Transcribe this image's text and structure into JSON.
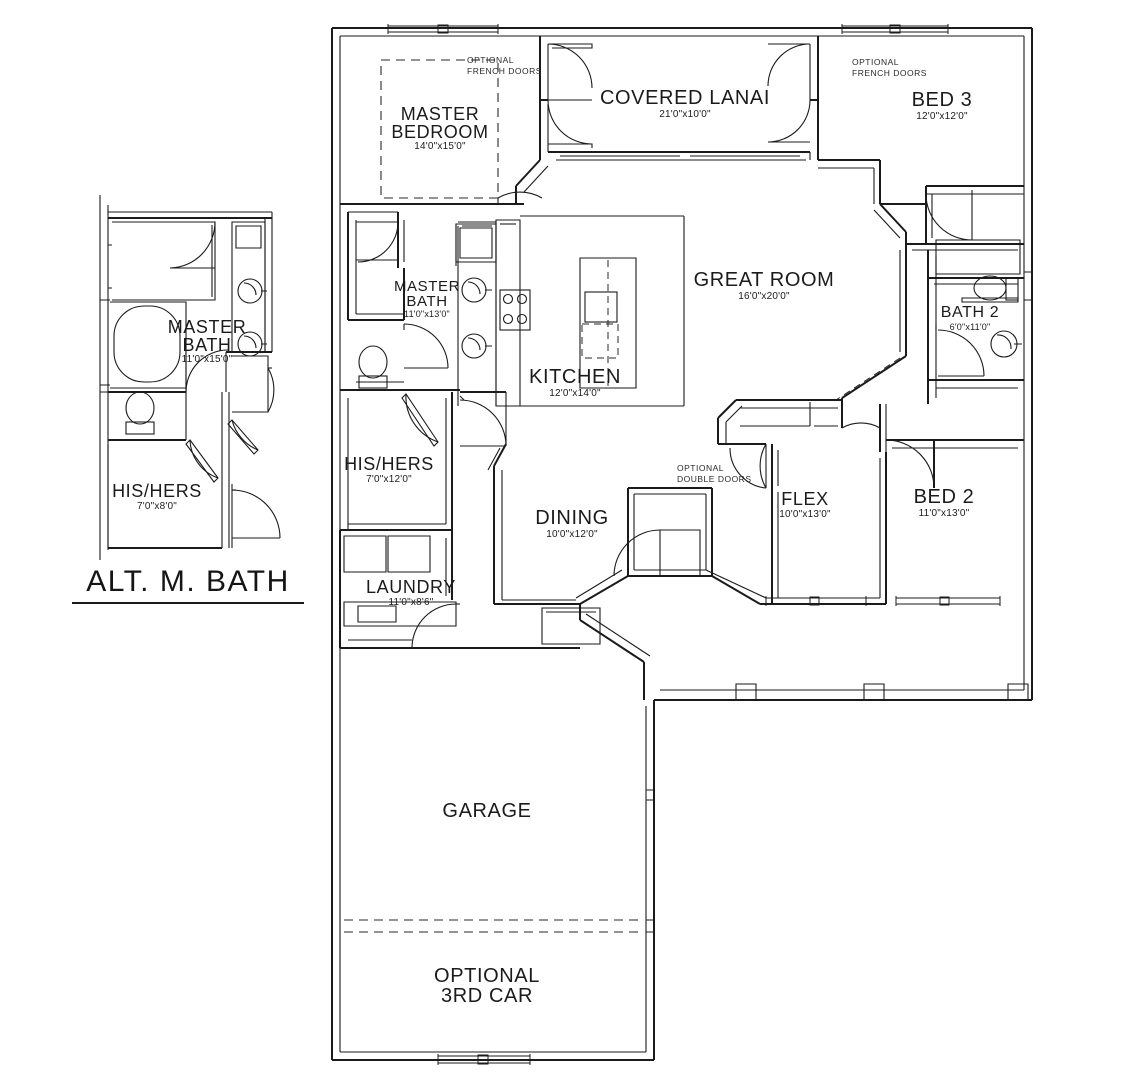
{
  "document": {
    "type": "architectural-floor-plan",
    "background_color": "#ffffff",
    "line_color": "#1b1b1b"
  },
  "sections": [
    {
      "id": "alt-master-bath",
      "title": "ALT. M. BATH",
      "rooms": [
        {
          "id": "alt-master-bath-room",
          "name": "MASTER\nBATH",
          "name_line1": "MASTER",
          "name_line2": "BATH",
          "dimensions": "11'0\"x15'0\""
        },
        {
          "id": "alt-his-hers",
          "name": "HIS/HERS",
          "dimensions": "7'0\"x8'0\""
        }
      ]
    },
    {
      "id": "main-floor-plan",
      "title": "",
      "rooms": [
        {
          "id": "master-bedroom",
          "name_line1": "MASTER",
          "name_line2": "BEDROOM",
          "dimensions": "14'0\"x15'0\""
        },
        {
          "id": "covered-lanai",
          "name": "COVERED LANAI",
          "dimensions": "21'0\"x10'0\""
        },
        {
          "id": "bed-3",
          "name": "BED 3",
          "dimensions": "12'0\"x12'0\""
        },
        {
          "id": "master-bath",
          "name_line1": "MASTER",
          "name_line2": "BATH",
          "dimensions": "11'0\"x13'0\""
        },
        {
          "id": "great-room",
          "name": "GREAT ROOM",
          "dimensions": "16'0\"x20'0\""
        },
        {
          "id": "kitchen",
          "name": "KITCHEN",
          "dimensions": "12'0\"x14'0\""
        },
        {
          "id": "bath-2",
          "name": "BATH 2",
          "dimensions": "6'0\"x11'0\""
        },
        {
          "id": "his-hers",
          "name": "HIS/HERS",
          "dimensions": "7'0\"x12'0\""
        },
        {
          "id": "dining",
          "name": "DINING",
          "dimensions": "10'0\"x12'0\""
        },
        {
          "id": "flex",
          "name": "FLEX",
          "dimensions": "10'0\"x13'0\""
        },
        {
          "id": "bed-2",
          "name": "BED 2",
          "dimensions": "11'0\"x13'0\""
        },
        {
          "id": "laundry",
          "name": "LAUNDRY",
          "dimensions": "11'0\"x8'6\""
        },
        {
          "id": "garage",
          "name": "GARAGE",
          "dimensions": ""
        },
        {
          "id": "optional-3rd-car",
          "name_line1": "OPTIONAL",
          "name_line2": "3RD CAR",
          "dimensions": ""
        }
      ],
      "annotations": [
        {
          "id": "note-french-doors-master",
          "line1": "OPTIONAL",
          "line2": "FRENCH DOORS"
        },
        {
          "id": "note-french-doors-bed3",
          "line1": "OPTIONAL",
          "line2": "FRENCH DOORS"
        },
        {
          "id": "note-double-doors-flex",
          "line1": "OPTIONAL",
          "line2": "DOUBLE DOORS"
        }
      ]
    }
  ]
}
